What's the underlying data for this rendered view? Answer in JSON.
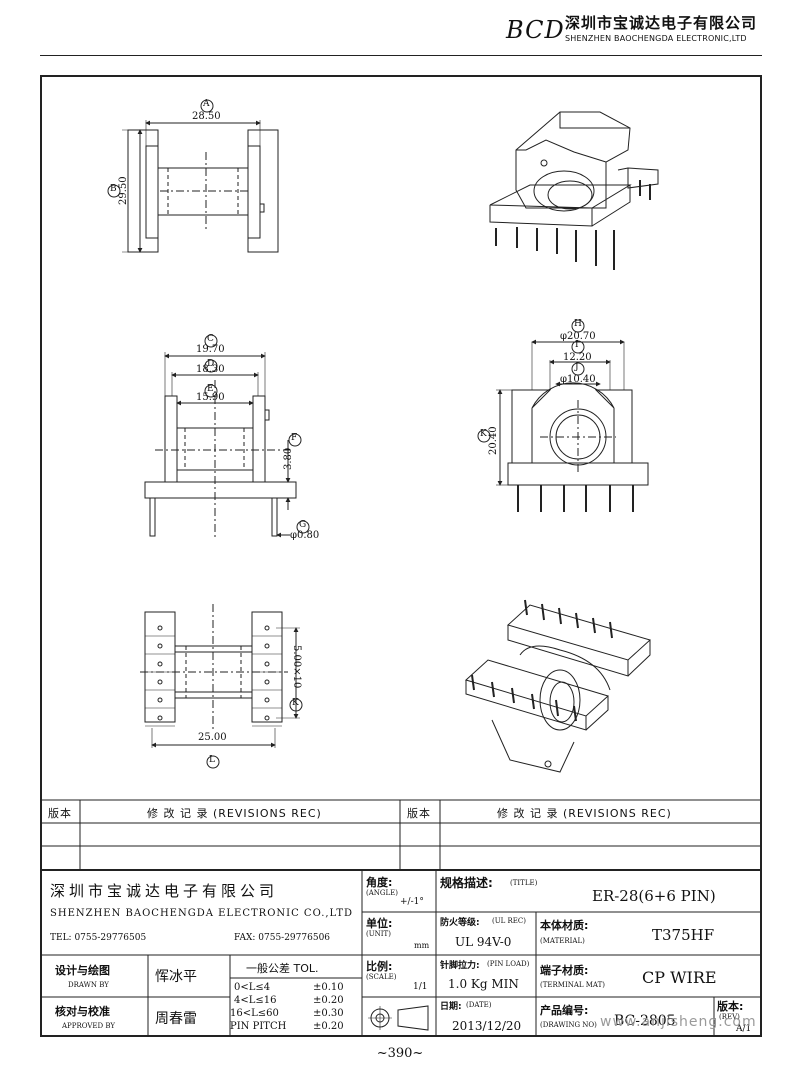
{
  "header": {
    "logo": "BCD",
    "company_cn": "深圳市宝诚达电子有限公司",
    "company_en": "SHENZHEN BAOCHENGDA ELECTRONIC,LTD"
  },
  "dimensions": {
    "A": {
      "label": "A",
      "value": "28.50"
    },
    "B": {
      "label": "B",
      "value": "29.50"
    },
    "C": {
      "label": "C",
      "value": "19.70"
    },
    "D": {
      "label": "D",
      "value": "18.30"
    },
    "E": {
      "label": "E",
      "value": "15.90"
    },
    "F": {
      "label": "F",
      "value": "3.80"
    },
    "G": {
      "label": "G",
      "value": "φ0.80"
    },
    "H": {
      "label": "H",
      "value": "φ20.70"
    },
    "I": {
      "label": "I",
      "value": "12.20"
    },
    "J": {
      "label": "J",
      "value": "φ10.40"
    },
    "K": {
      "label": "K",
      "value": "20.40"
    },
    "Kb": {
      "label": "K",
      "value": "5.00×10"
    },
    "L": {
      "label": "L",
      "value": "25.00"
    }
  },
  "revisions": {
    "col_version": "版本",
    "col_record": "修 改 记 录  (REVISIONS REC)"
  },
  "titleblock": {
    "company_cn": "深圳市宝诚达电子有限公司",
    "company_en": "SHENZHEN BAOCHENGDA ELECTRONIC CO.,LTD",
    "tel": "TEL: 0755-29776505",
    "fax": "FAX: 0755-29776506",
    "angle_cn": "角度:",
    "angle_en": "(ANGLE)",
    "angle_val": "+/-1°",
    "unit_cn": "单位:",
    "unit_en": "(UNIT)",
    "unit_val": "mm",
    "scale_cn": "比例:",
    "scale_en": "(SCALE)",
    "scale_val": "1/1",
    "title_cn": "规格描述:",
    "title_en": "(TITLE)",
    "title_val": "ER-28(6+6 PIN)",
    "ul_cn": "防火等级:",
    "ul_en": "(UL REC)",
    "ul_val": "UL 94V-0",
    "material_cn": "本体材质:",
    "material_en": "(MATERIAL)",
    "material_val": "T375HF",
    "pinload_cn": "针脚拉力:",
    "pinload_en": "(PIN LOAD)",
    "pinload_val": "1.0 Kg MIN",
    "terminal_cn": "端子材质:",
    "terminal_en": "(TERMINAL MAT)",
    "terminal_val": "CP WIRE",
    "date_cn": "日期:",
    "date_en": "(DATE)",
    "date_val": "2013/12/20",
    "drawno_cn": "产品编号:",
    "drawno_en": "(DRAWING NO)",
    "drawno_val": "BC-2805",
    "rev_cn": "版本:",
    "rev_en": "(REV)",
    "rev_val": "A/1",
    "drawn_cn": "设计与绘图",
    "drawn_en": "DRAWN BY",
    "drawn_name": "恽冰平",
    "approved_cn": "核对与校准",
    "approved_en": "APPROVED BY",
    "approved_name": "周春雷",
    "tol_title": "一般公差 TOL.",
    "tol_rows": [
      {
        "range": "0<L≤4",
        "val": "±0.10"
      },
      {
        "range": "4<L≤16",
        "val": "±0.20"
      },
      {
        "range": "16<L≤60",
        "val": "±0.30"
      },
      {
        "range": "PIN PITCH",
        "val": "±0.20"
      }
    ]
  },
  "page_number": "~390~",
  "watermark": "www.anjisheng.com",
  "colors": {
    "line": "#222222",
    "watermark": "#9a9a9a"
  }
}
